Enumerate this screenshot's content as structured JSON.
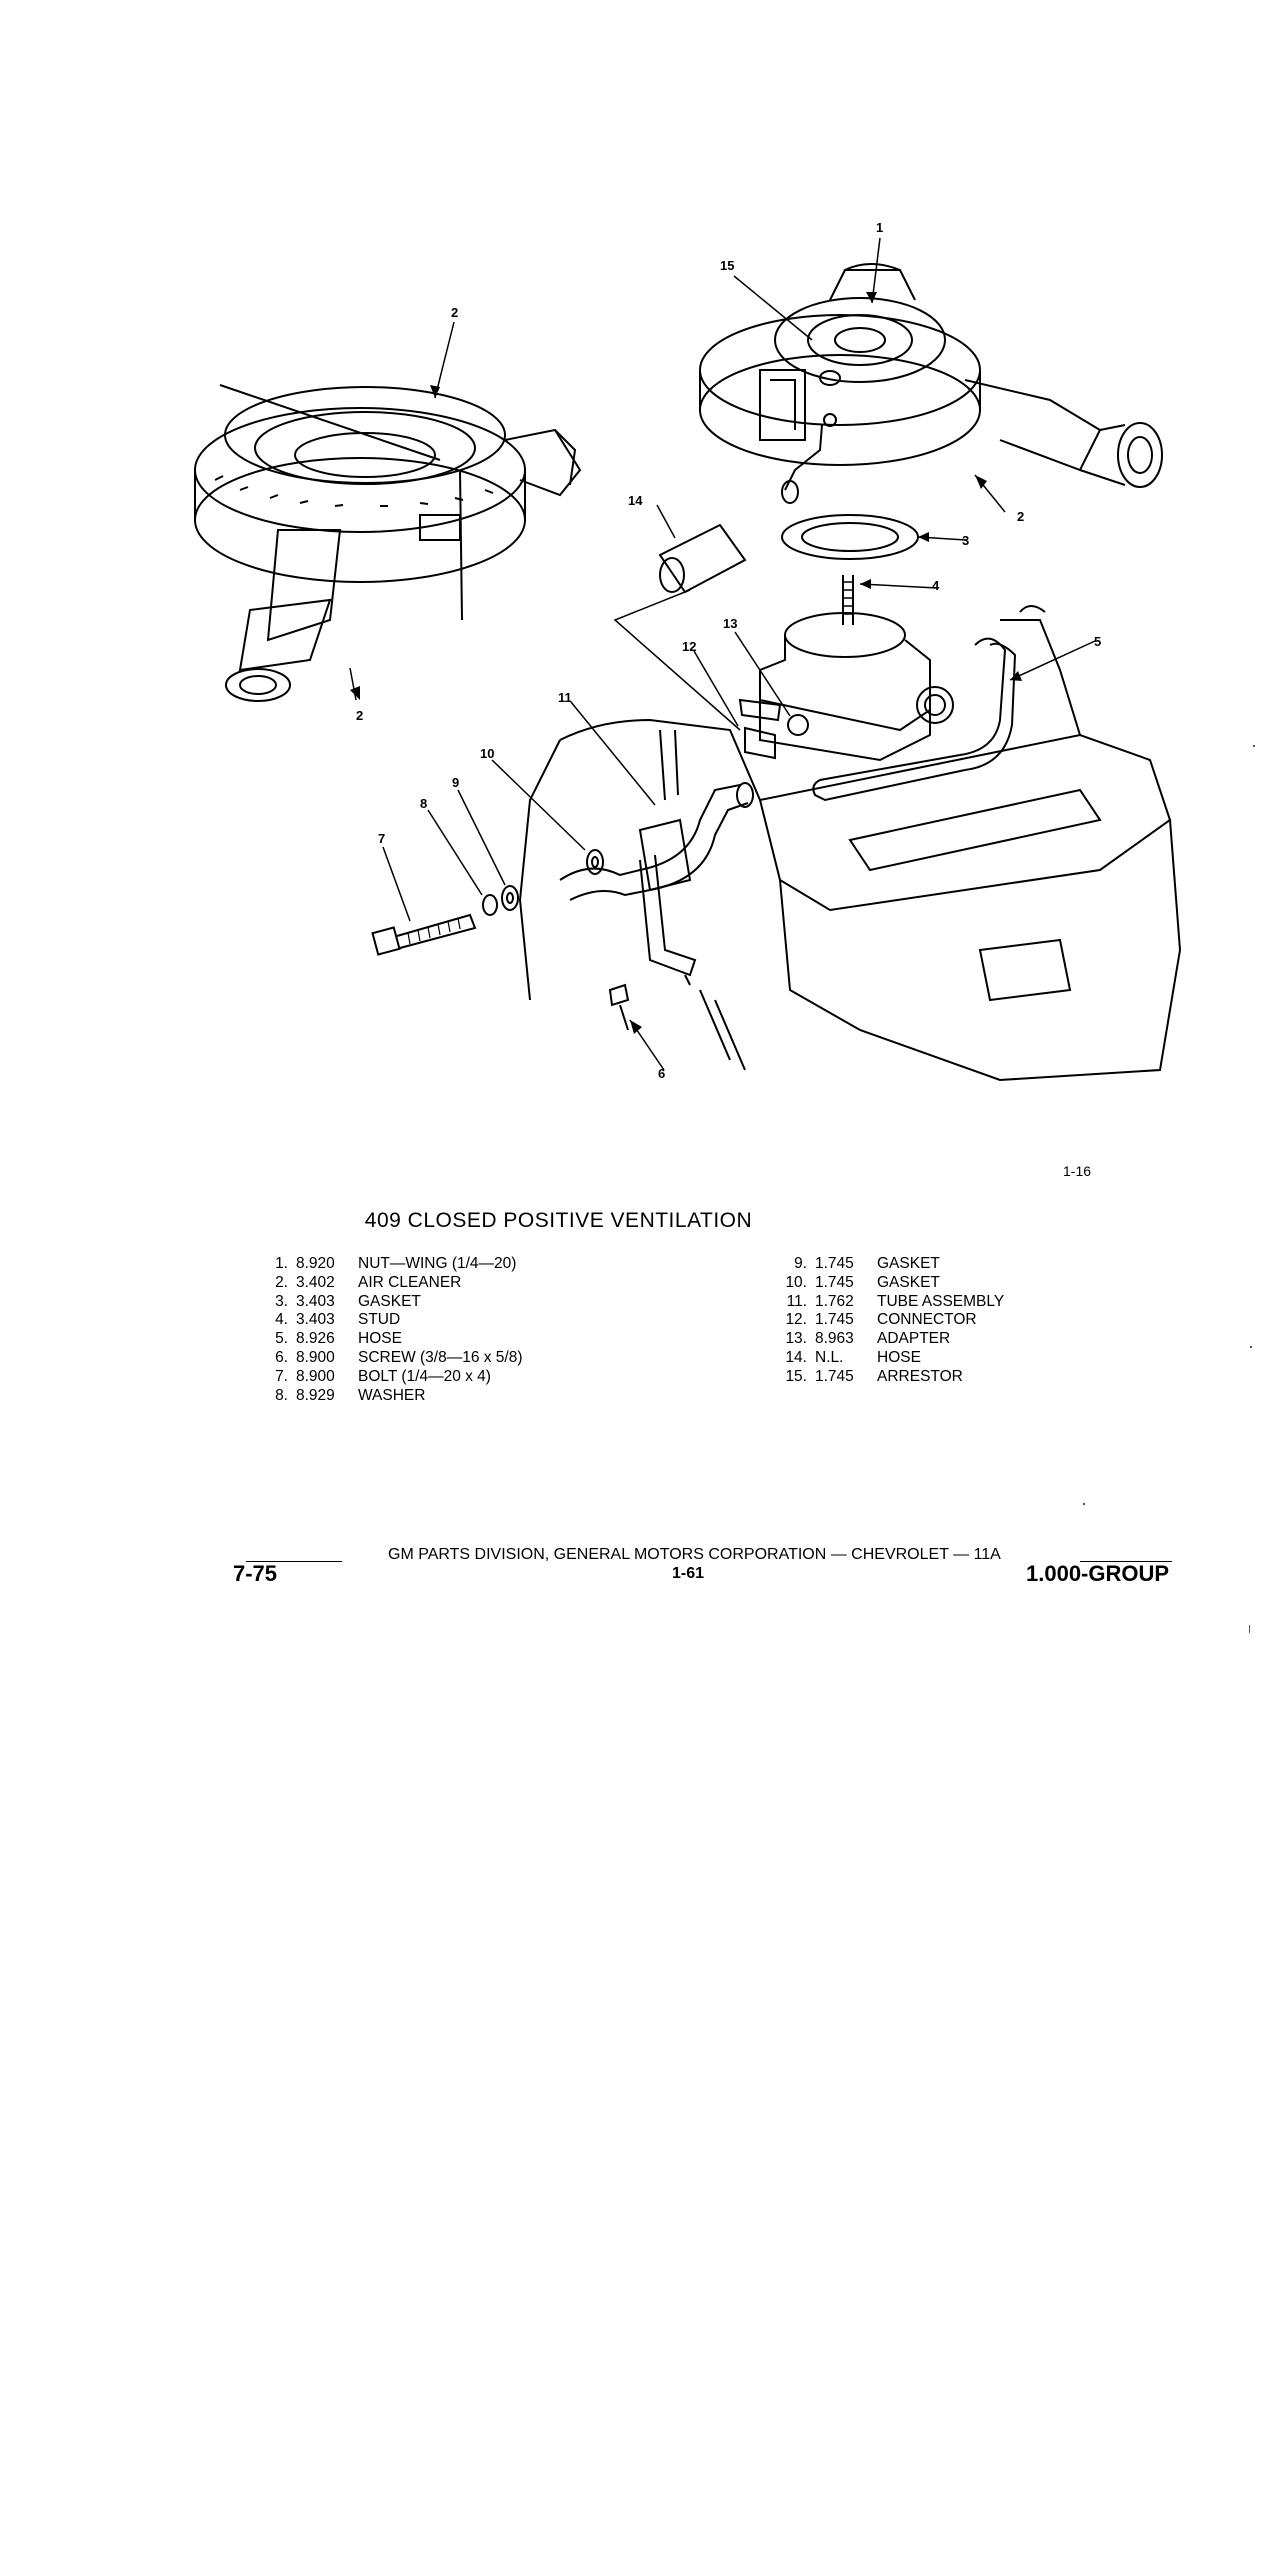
{
  "figure": {
    "number": "1-16",
    "title": "409 CLOSED POSITIVE VENTILATION",
    "callouts": [
      "1",
      "2",
      "2",
      "2",
      "3",
      "4",
      "5",
      "6",
      "7",
      "8",
      "9",
      "10",
      "11",
      "12",
      "13",
      "14",
      "15"
    ]
  },
  "parts_left": [
    {
      "no": "1.",
      "code": "8.920",
      "desc": "NUT—WING (1/4—20)"
    },
    {
      "no": "2.",
      "code": "3.402",
      "desc": "AIR CLEANER"
    },
    {
      "no": "3.",
      "code": "3.403",
      "desc": "GASKET"
    },
    {
      "no": "4.",
      "code": "3.403",
      "desc": "STUD"
    },
    {
      "no": "5.",
      "code": "8.926",
      "desc": "HOSE"
    },
    {
      "no": "6.",
      "code": "8.900",
      "desc": "SCREW (3/8—16 x 5/8)"
    },
    {
      "no": "7.",
      "code": "8.900",
      "desc": "BOLT (1/4—20 x 4)"
    },
    {
      "no": "8.",
      "code": "8.929",
      "desc": "WASHER"
    }
  ],
  "parts_right": [
    {
      "no": "9.",
      "code": "1.745",
      "desc": "GASKET"
    },
    {
      "no": "10.",
      "code": "1.745",
      "desc": "GASKET"
    },
    {
      "no": "11.",
      "code": "1.762",
      "desc": "TUBE ASSEMBLY"
    },
    {
      "no": "12.",
      "code": "1.745",
      "desc": "CONNECTOR"
    },
    {
      "no": "13.",
      "code": "8.963",
      "desc": "ADAPTER"
    },
    {
      "no": "14.",
      "code": "N.L.",
      "desc": "HOSE"
    },
    {
      "no": "15.",
      "code": "1.745",
      "desc": "ARRESTOR"
    }
  ],
  "footer": {
    "corporation": "GM PARTS DIVISION, GENERAL MOTORS CORPORATION — CHEVROLET — 11A",
    "date": "7-75",
    "page": "1-61",
    "group": "1.000-GROUP"
  }
}
